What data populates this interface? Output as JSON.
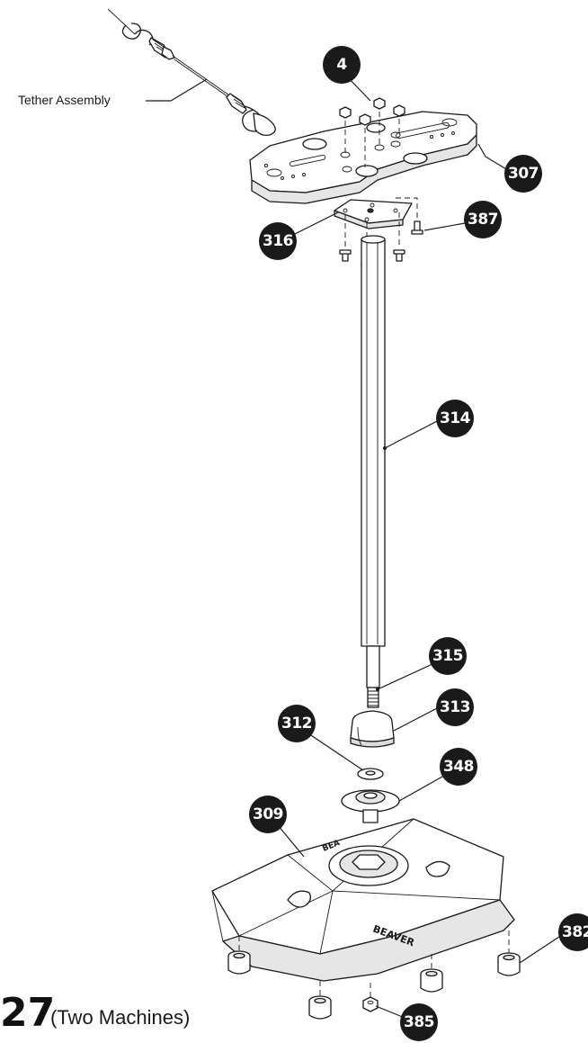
{
  "labels": {
    "tether": "Tether Assembly",
    "page_number": "27",
    "page_note": "(Two Machines)"
  },
  "callouts": {
    "c4": "4",
    "c307": "307",
    "c316": "316",
    "c387": "387",
    "c314": "314",
    "c315": "315",
    "c313": "313",
    "c312": "312",
    "c348": "348",
    "c309": "309",
    "c382": "382",
    "c385": "385"
  },
  "base_branding": "BEAVER",
  "colors": {
    "ink": "#1a1a1a",
    "callout": "#1a1a1a",
    "part_fill": "#ffffff",
    "part_shade": "#e6e6e6"
  }
}
